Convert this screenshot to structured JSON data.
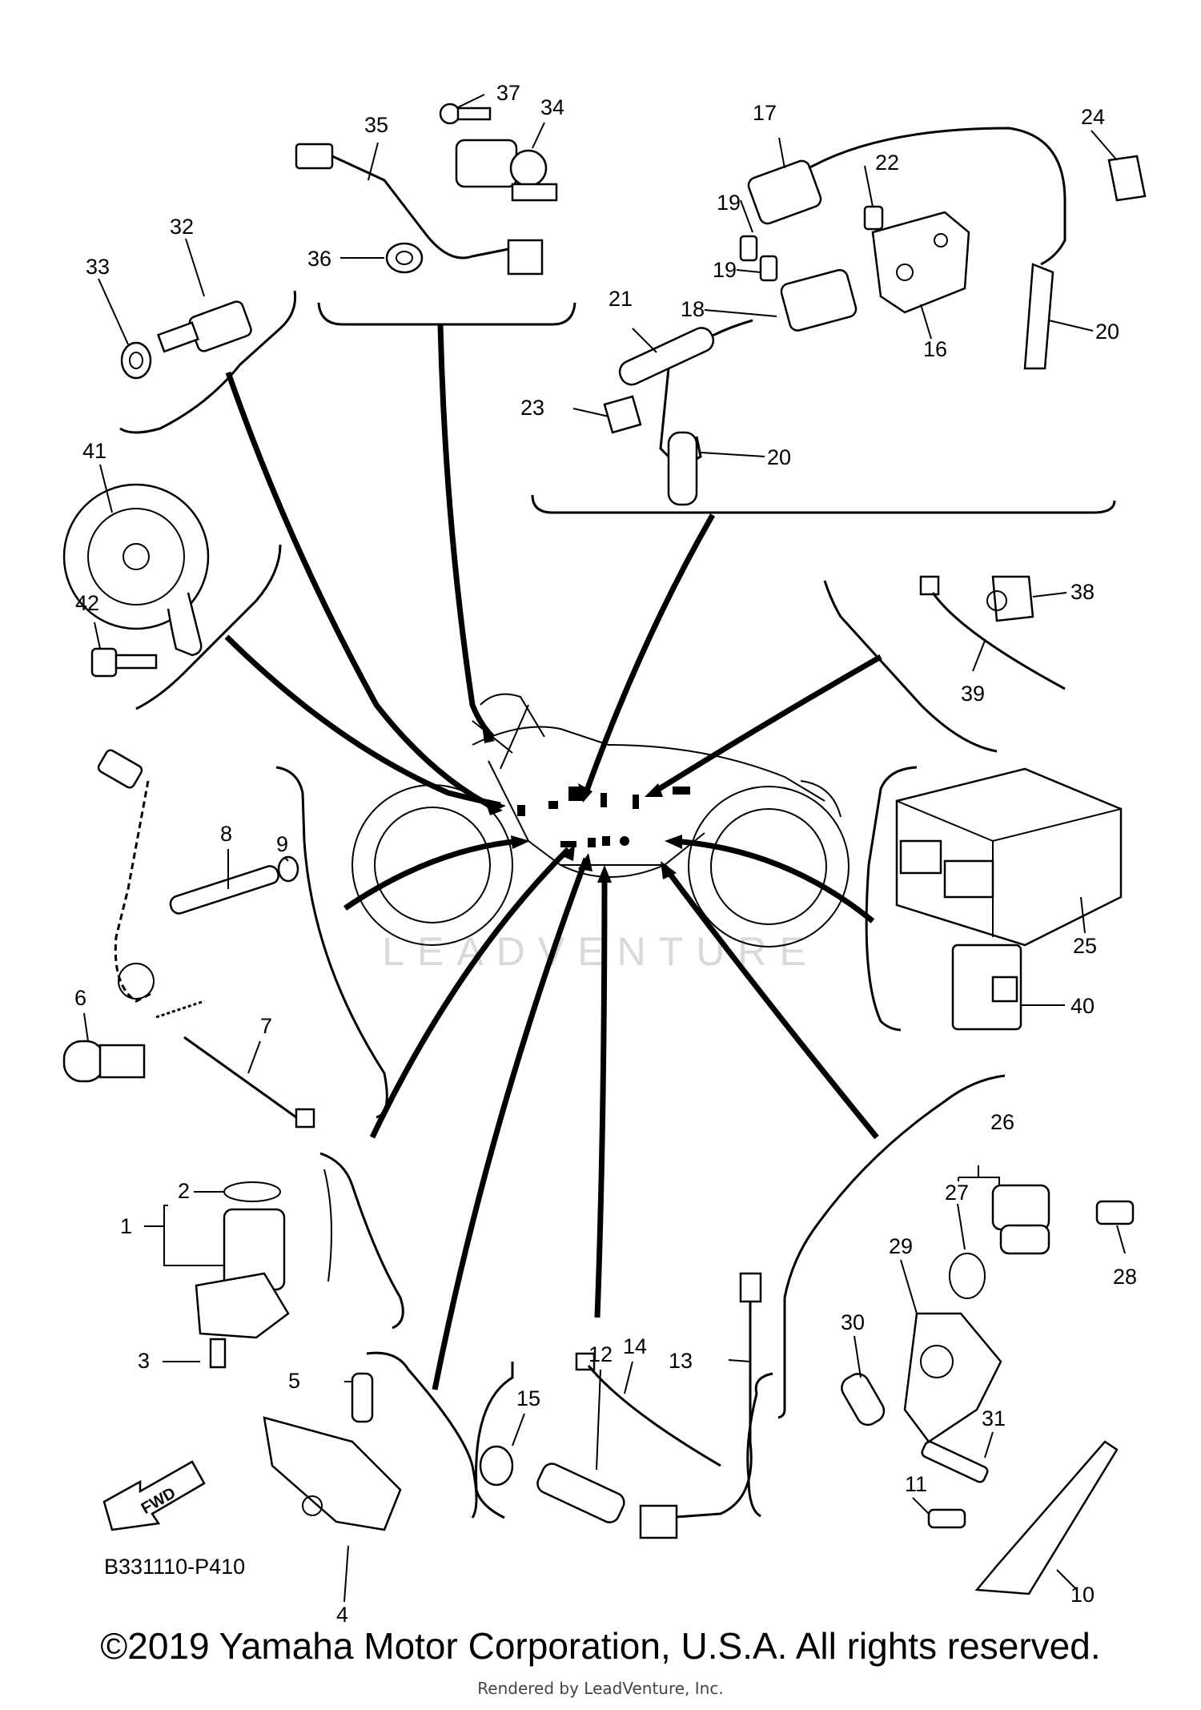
{
  "diagram_code": "B331110-P410",
  "fwd_label": "FWD",
  "watermark": "LEADVENTURE",
  "copyright": "©2019 Yamaha Motor Corporation, U.S.A. All rights reserved.",
  "rendered_by": "Rendered by LeadVenture, Inc.",
  "callouts": [
    "1",
    "2",
    "3",
    "4",
    "5",
    "6",
    "7",
    "8",
    "9",
    "10",
    "11",
    "12",
    "13",
    "14",
    "15",
    "16",
    "17",
    "18",
    "19",
    "19",
    "20",
    "20",
    "21",
    "22",
    "23",
    "24",
    "25",
    "26",
    "27",
    "28",
    "29",
    "30",
    "31",
    "32",
    "33",
    "34",
    "35",
    "36",
    "37",
    "38",
    "39",
    "40",
    "41",
    "42"
  ]
}
